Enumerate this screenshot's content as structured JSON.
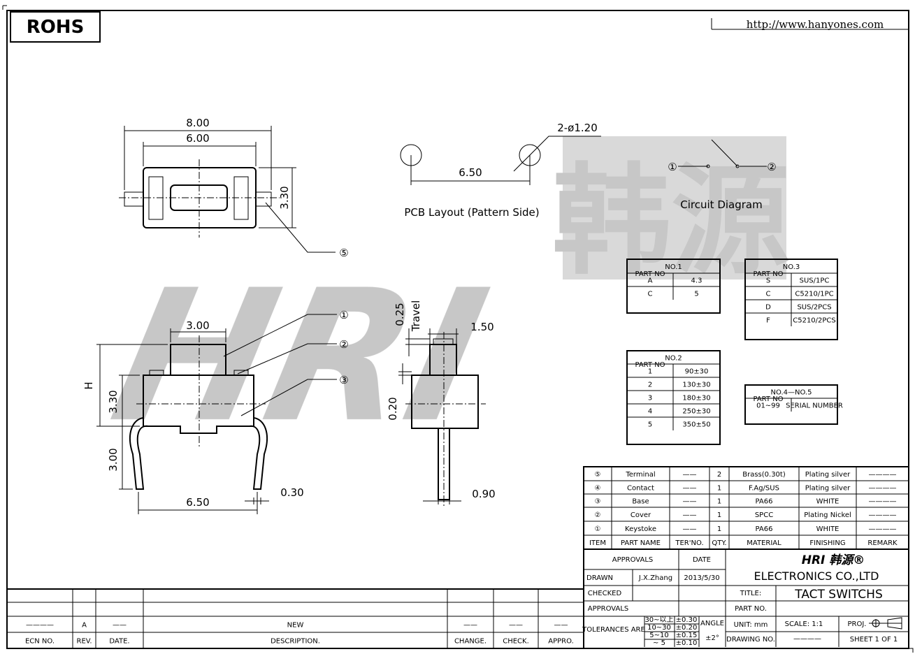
{
  "header": {
    "rohs": "ROHS",
    "url": "http://www.hanyones.com"
  },
  "watermark": {
    "logo": "HRI 韩源"
  },
  "top_view": {
    "dim_overall": "8.00",
    "dim_body": "6.00",
    "dim_height": "3.30",
    "callout": "⑤"
  },
  "pcb": {
    "hole_label": "2-ø1.20",
    "pitch": "6.50",
    "caption": "PCB Layout (Pattern Side)"
  },
  "circuit": {
    "pin1": "①",
    "pin2": "②",
    "caption": "Circuit Diagram"
  },
  "side_view": {
    "dim_cap": "3.00",
    "dim_h": "H",
    "dim_body": "3.30",
    "dim_leg": "3.00",
    "dim_pitch": "6.50",
    "dim_thick": "0.30",
    "callouts": [
      "①",
      "②",
      "③"
    ]
  },
  "end_view": {
    "dim_travel": "0.25",
    "travel_label": "Travel",
    "dim_width": "1.50",
    "dim_gap": "0.20",
    "dim_leg": "0.90"
  },
  "no1": {
    "title": "NO.1",
    "rows": [
      [
        "PART NO",
        ""
      ],
      [
        "A",
        "4.3"
      ],
      [
        "C",
        "5"
      ]
    ]
  },
  "no2": {
    "title": "NO.2",
    "rows": [
      [
        "PART NO",
        ""
      ],
      [
        "1",
        "90±30"
      ],
      [
        "2",
        "130±30"
      ],
      [
        "3",
        "180±30"
      ],
      [
        "4",
        "250±30"
      ],
      [
        "5",
        "350±50"
      ]
    ]
  },
  "no3": {
    "title": "NO.3",
    "rows": [
      [
        "PART NO",
        ""
      ],
      [
        "S",
        "SUS/1PC"
      ],
      [
        "C",
        "C5210/1PC"
      ],
      [
        "D",
        "SUS/2PCS"
      ],
      [
        "F",
        "C5210/2PCS"
      ]
    ]
  },
  "no45": {
    "title": "NO.4—NO.5",
    "rows": [
      [
        "PART NO",
        ""
      ],
      [
        "01~99",
        "SERIAL NUMBER"
      ]
    ]
  },
  "parts": {
    "rows": [
      [
        "⑤",
        "Terminal",
        "——",
        "2",
        "Brass(0.30t)",
        "Plating silver",
        "————"
      ],
      [
        "④",
        "Contact",
        "——",
        "1",
        "F.Ag/SUS",
        "Plating silver",
        "————"
      ],
      [
        "③",
        "Base",
        "——",
        "1",
        "PA66",
        "WHITE",
        "————"
      ],
      [
        "②",
        "Cover",
        "——",
        "1",
        "SPCC",
        "Plating Nickel",
        "————"
      ],
      [
        "①",
        "Keystoke",
        "——",
        "1",
        "PA66",
        "WHITE",
        "————"
      ],
      [
        "ITEM",
        "PART NAME",
        "TER'NO.",
        "QTY.",
        "MATERIAL",
        "FINISHING",
        "REMARK"
      ]
    ]
  },
  "title_block": {
    "approvals": "APPROVALS",
    "date": "DATE",
    "drawn": "DRAWN",
    "drawn_by": "J.X.Zhang",
    "drawn_date": "2013/5/30",
    "checked": "CHECKED",
    "approvals2": "APPROVALS",
    "company_logo": "HRI 韩源®",
    "company": "ELECTRONICS CO.,LTD",
    "title_label": "TITLE:",
    "title": "TACT SWITCHS",
    "part_no_label": "PART NO.",
    "tolerances": "TOLERANCES ARE",
    "tol_ranges": [
      "30~以上",
      "10~30",
      "5~10",
      "~ 5"
    ],
    "tol_values": [
      "±0.30",
      "±0.20",
      "±0.15",
      "±0.10"
    ],
    "angle": "ANGLE",
    "angle_tol": "±2°",
    "unit": "UNIT: mm",
    "scale": "SCALE: 1:1",
    "proj": "PROJ.",
    "drawing_no": "DRAWING NO.",
    "drawing_no_value": "————",
    "sheet": "SHEET 1 OF 1"
  },
  "revision": {
    "rows": [
      [
        "",
        "",
        "",
        "",
        "",
        "",
        ""
      ],
      [
        "",
        "",
        "",
        "",
        "",
        "",
        ""
      ],
      [
        "————",
        "A",
        "——",
        "NEW",
        "——",
        "——",
        "——"
      ],
      [
        "ECN NO.",
        "REV.",
        "DATE.",
        "DESCRIPTION.",
        "CHANGE.",
        "CHECK.",
        "APPRO."
      ]
    ]
  }
}
